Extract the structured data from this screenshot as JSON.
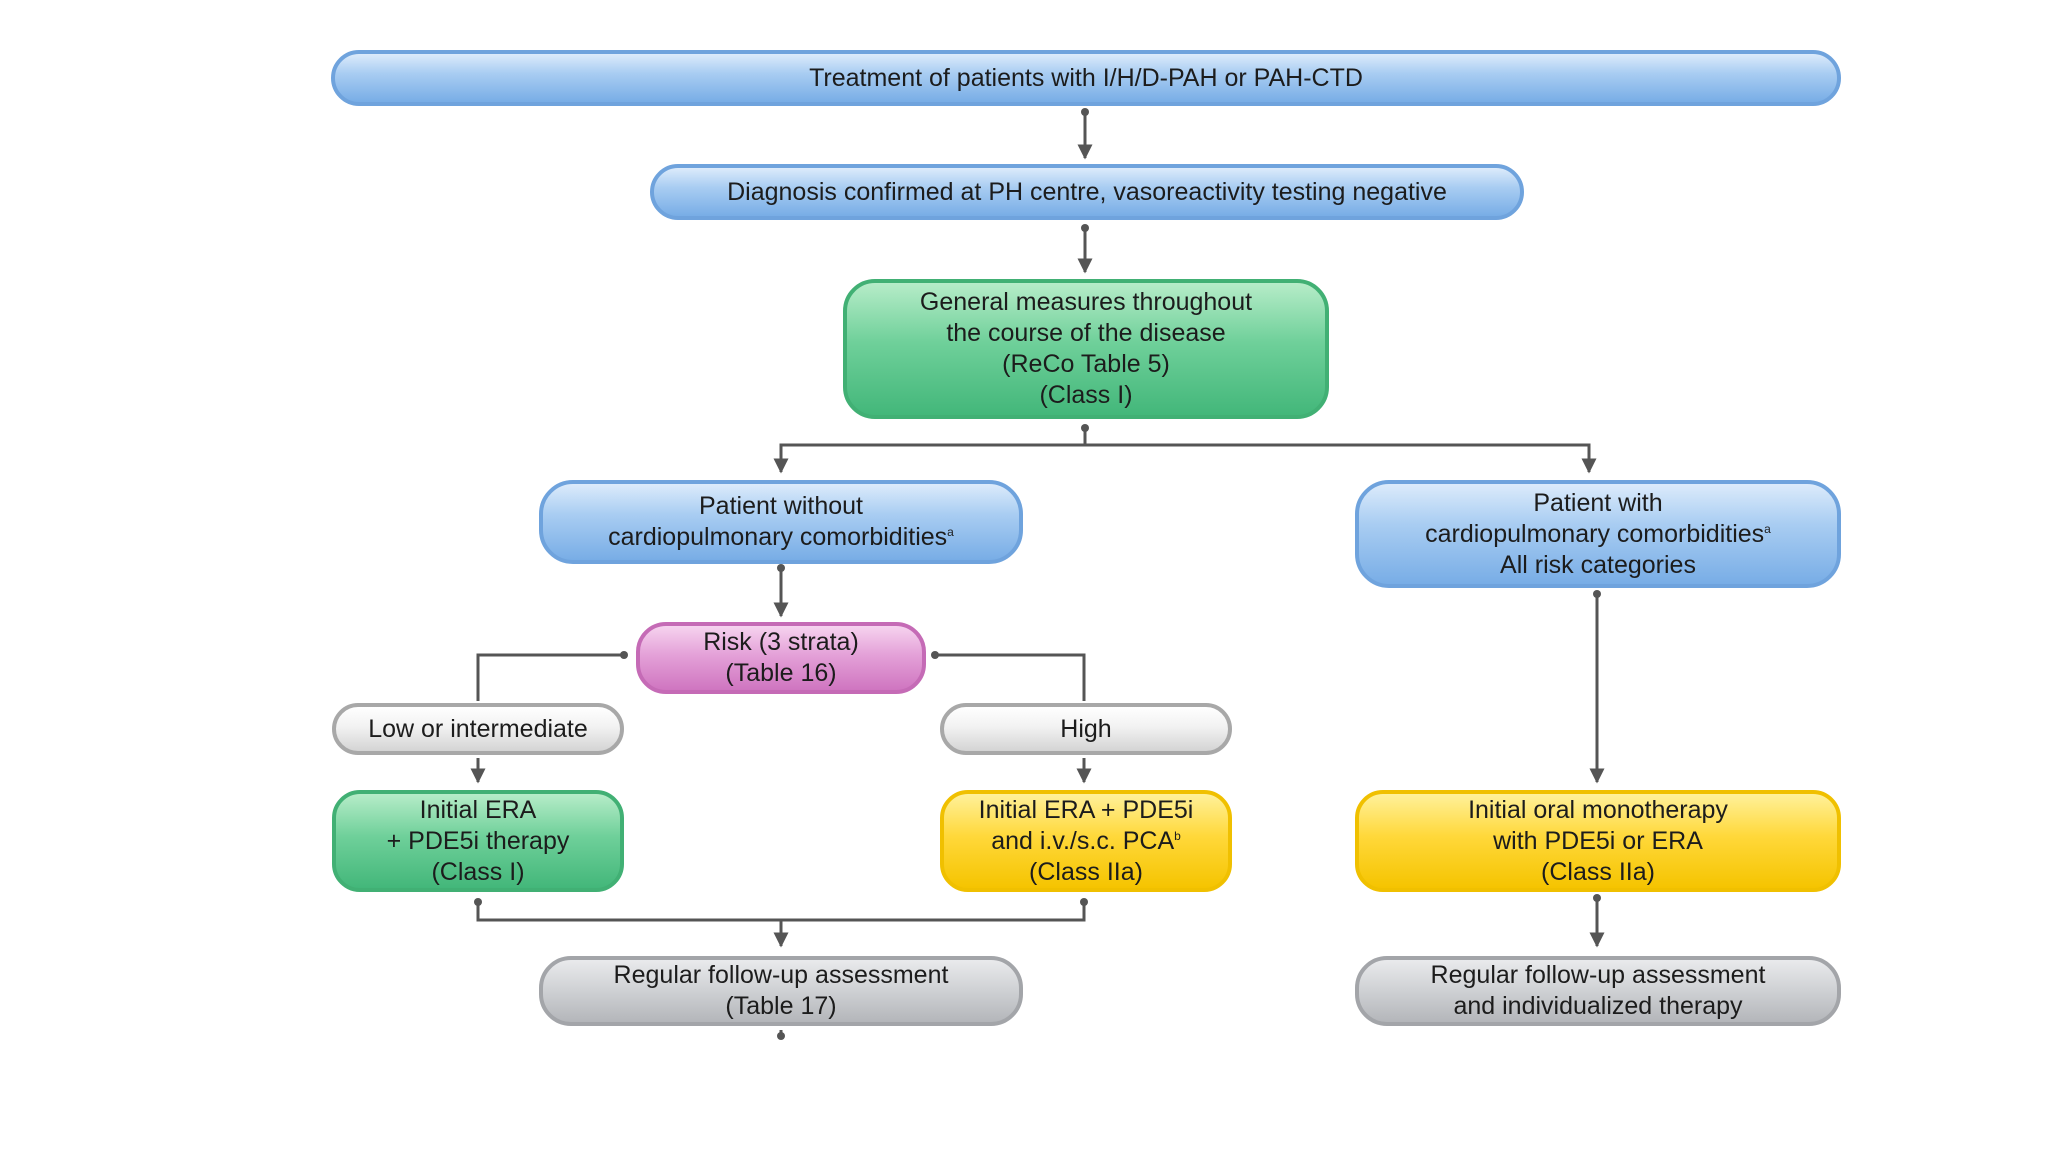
{
  "nodes": {
    "top": "Treatment of patients with I/H/D-PAH or PAH-CTD",
    "diagnosis": "Diagnosis confirmed at PH centre, vasoreactivity testing negative",
    "general": [
      "General measures throughout",
      "the course of the disease",
      "(ReCo Table 5)",
      "(Class I)"
    ],
    "without": [
      "Patient without",
      "cardiopulmonary comorbidities",
      "a"
    ],
    "with": [
      "Patient with",
      "cardiopulmonary comorbidities",
      "a",
      "All risk categories"
    ],
    "risk": [
      "Risk (3 strata)",
      "(Table 16)"
    ],
    "low": "Low or intermediate",
    "high": "High",
    "era_pde5i": [
      "Initial ERA",
      "+ PDE5i therapy",
      "(Class I)"
    ],
    "era_pca": [
      "Initial ERA + PDE5i",
      "and i.v./s.c. PCA",
      "b",
      "(Class IIa)"
    ],
    "mono": [
      "Initial oral monotherapy",
      "with PDE5i or ERA",
      "(Class IIa)"
    ],
    "followup_left": [
      "Regular follow-up assessment",
      "(Table 17)"
    ],
    "followup_right": [
      "Regular follow-up assessment",
      "and individualized therapy"
    ]
  },
  "colors": {
    "blue": "#78ade6",
    "green": "#43b77a",
    "pink": "#cf75c0",
    "gray": "#d4d4d4",
    "yellow": "#f5c400",
    "connector": "#555555"
  }
}
